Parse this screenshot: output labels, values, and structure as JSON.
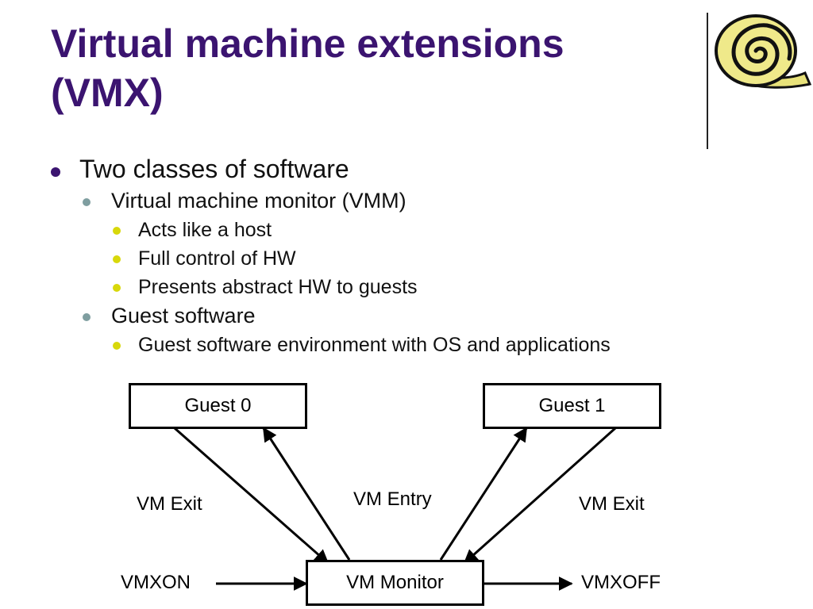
{
  "slide": {
    "title": "Virtual machine extensions (VMX)"
  },
  "bullets": {
    "b1": "Two classes of software",
    "b1_1": "Virtual machine monitor (VMM)",
    "b1_1_1": "Acts like a host",
    "b1_1_2": "Full control of HW",
    "b1_1_3": "Presents abstract HW to guests",
    "b1_2": "Guest software",
    "b1_2_1": "Guest software environment with OS and applications"
  },
  "diagram": {
    "guest0": "Guest 0",
    "guest1": "Guest 1",
    "monitor": "VM Monitor",
    "vm_exit_left": "VM Exit",
    "vm_entry": "VM Entry",
    "vm_exit_right": "VM Exit",
    "vmxon": "VMXON",
    "vmxoff": "VMXOFF"
  },
  "colors": {
    "title": "#3b1470",
    "bullet_level1": "#3b1470",
    "bullet_level2": "#7f9ea0",
    "bullet_level3": "#d8d80a"
  },
  "icons": {
    "logo": "spiral-roll-icon"
  }
}
